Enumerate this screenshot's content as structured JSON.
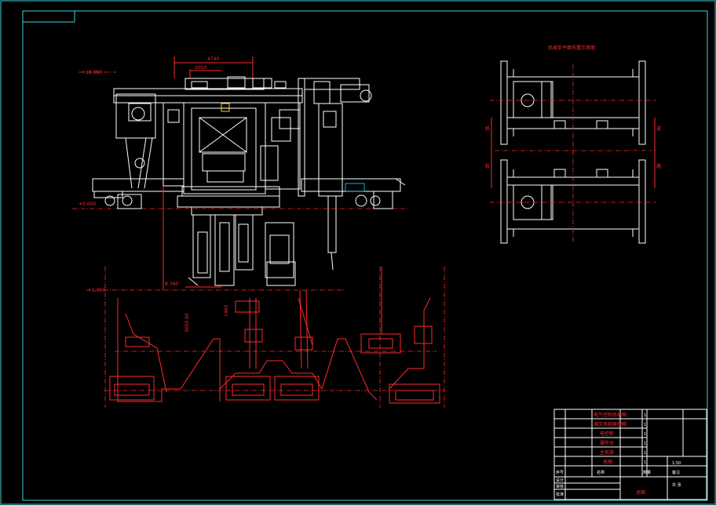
{
  "drawing": {
    "top_elevation": "+18.860",
    "ground_elevation": "+0.000",
    "lower_elevation": "+1.700",
    "top_dim_1": "4740",
    "top_dim_2": "2050",
    "span_label": "8.760",
    "vertical_dim_1": "1460",
    "vertical_dim_2": "3000.00",
    "plan_title": "机械手平面布置示意图",
    "plan_label_1": "机",
    "plan_label_2": "轨",
    "plan_label_3": "道",
    "plan_label_4": "路"
  },
  "title_block": {
    "parts": [
      "电气控制系统图",
      "液压系统原理图",
      "电控柜",
      "操作台",
      "主机架",
      "总图"
    ],
    "quantities": [
      "1",
      "1",
      "1",
      "1",
      "1",
      "1"
    ],
    "header": [
      "序号",
      "名称",
      "数量",
      "备注"
    ],
    "designer": "设计",
    "checker": "审核",
    "approver": "批准",
    "drawing_name": "总图",
    "scale": "1:50",
    "sheet": "共 张"
  },
  "colors": {
    "frame": "#37d3d3",
    "lines": "#ffffff",
    "dimensions": "#ff2a2a",
    "hydraulic": "#00e5ff"
  }
}
